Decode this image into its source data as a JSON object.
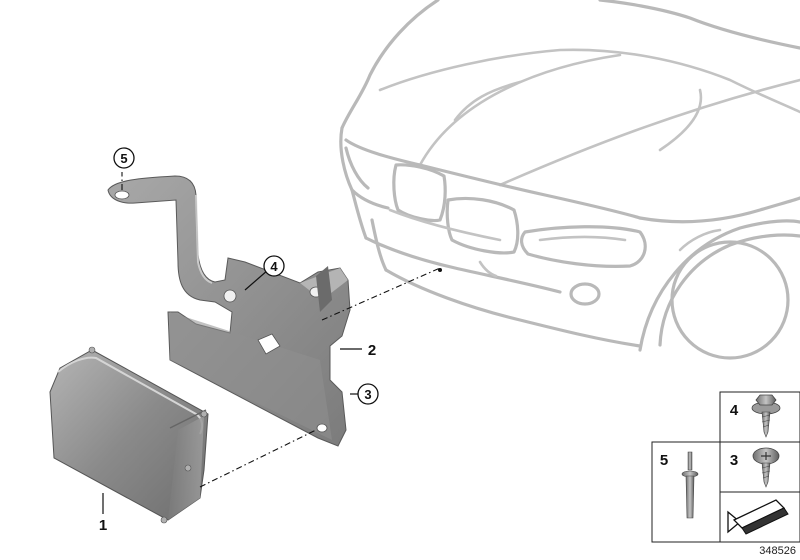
{
  "diagram": {
    "callouts": {
      "p1": "1",
      "p2": "2",
      "p3": "3",
      "p4": "4",
      "p5": "5"
    },
    "legend": {
      "screw_hex": "4",
      "screw_torx": "3",
      "rivet": "5"
    },
    "catalog_number": "348526",
    "colors": {
      "car_outline": "#b9b9b9",
      "part_fill": "#8c8c8c",
      "line": "#111111"
    },
    "icons": [
      "radar-sensor-icon",
      "bracket-icon",
      "screw-hex-icon",
      "screw-torx-icon",
      "rivet-icon",
      "arrow-icon"
    ]
  }
}
